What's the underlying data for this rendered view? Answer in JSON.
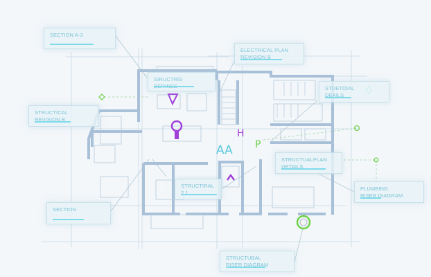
{
  "labels": [
    {
      "id": "section-a3",
      "lines": [
        "SECTION A-3",
        ""
      ]
    },
    {
      "id": "electrical-plan",
      "lines": [
        "ELECTRICAL PLAN",
        "REVISION B"
      ]
    },
    {
      "id": "siructris",
      "lines": [
        "SIRUCTRIS",
        "DERINES"
      ]
    },
    {
      "id": "structural-details",
      "lines": [
        "STUETOIAL",
        "DEAILS"
      ]
    },
    {
      "id": "structical-revision",
      "lines": [
        "STRUCTICAL",
        "REVISION B"
      ]
    },
    {
      "id": "structualplan-details",
      "lines": [
        "STRUCTUALPLAN",
        "DETAILS"
      ]
    },
    {
      "id": "structiral-21",
      "lines": [
        "STRUCTIRAL",
        "2.1"
      ]
    },
    {
      "id": "plumbing-riser",
      "lines": [
        "PLUMBING",
        "RISER DIAGRAM"
      ]
    },
    {
      "id": "section",
      "lines": [
        "SECTION",
        ""
      ]
    },
    {
      "id": "structubal-riser",
      "lines": [
        "STRUCTUBAL",
        "RISER DIAGRAM"
      ]
    }
  ],
  "symbols": {
    "room_a": "AA",
    "room_h": "H",
    "room_p": "P"
  },
  "colors": {
    "background": "#f3f7fa",
    "wall": "#a8c0d8",
    "grid": "#c9d9e4",
    "label_text": "#7cc3d6",
    "accent_bar": "#7fdbea",
    "purple": "#a040d8",
    "green": "#6fd24a",
    "cyan": "#5fc9dc"
  }
}
